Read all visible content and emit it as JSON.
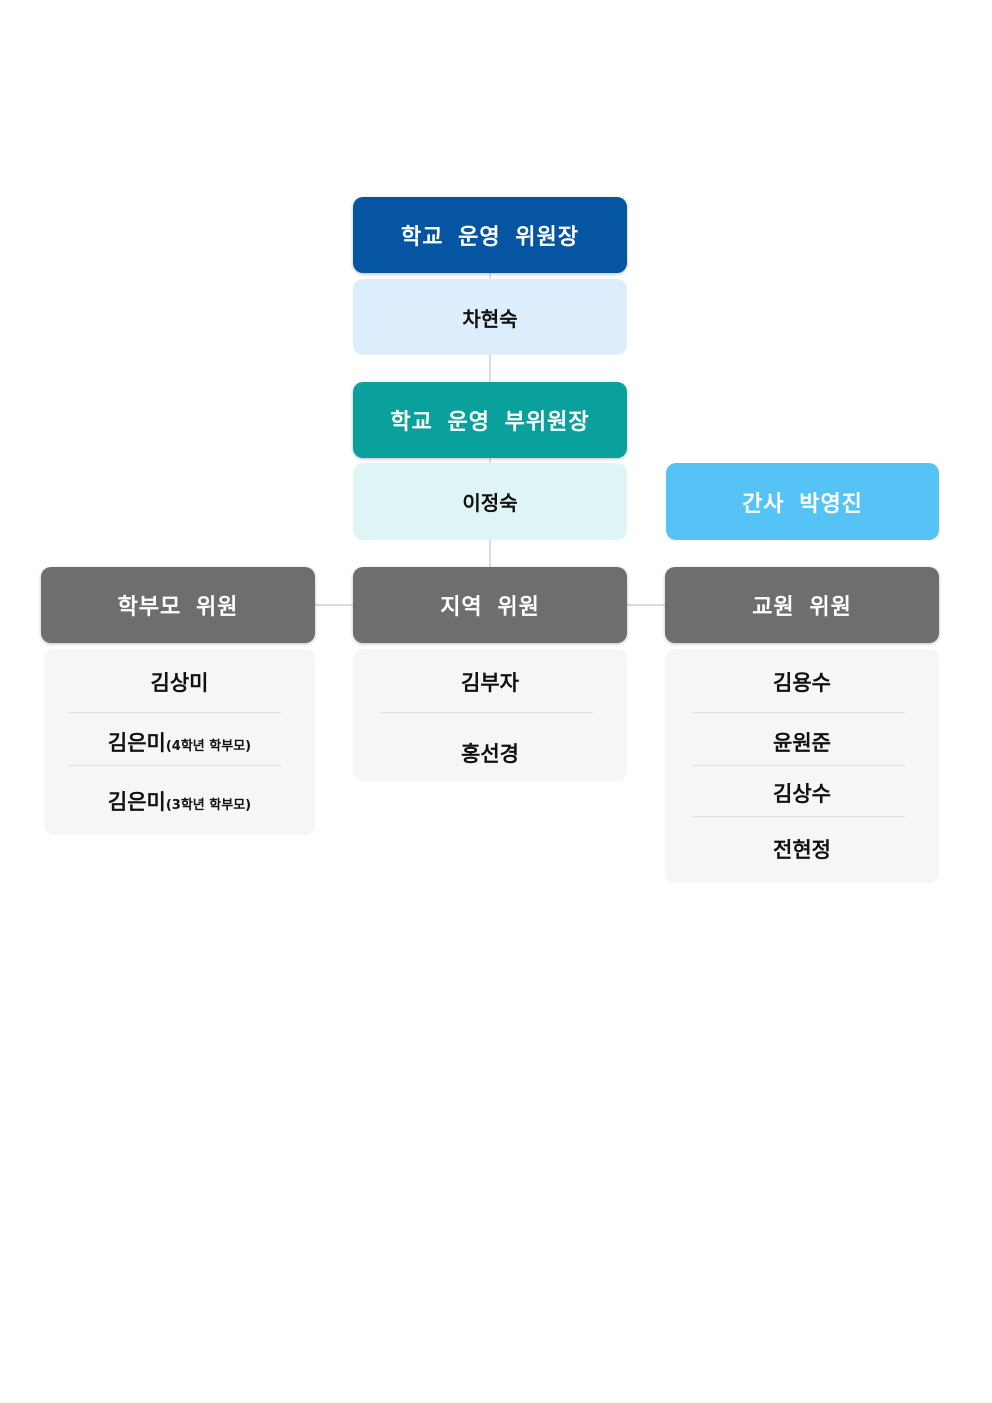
{
  "chart": {
    "chair": {
      "title": "학교 운영 위원장",
      "name": "차현숙",
      "color": "#0555a3",
      "name_bg": "#dcedfb"
    },
    "vice_chair": {
      "title": "학교 운영 부위원장",
      "name": "이정숙",
      "color": "#0aa19d",
      "name_bg": "#dff4f5"
    },
    "secretary": {
      "label": "간사 박영진",
      "color": "#55c3f5"
    },
    "groups": [
      {
        "title": "학부모 위원",
        "members": [
          {
            "name": "김상미",
            "note": ""
          },
          {
            "name": "김은미",
            "note": "(4학년 학부모)"
          },
          {
            "name": "김은미",
            "note": "(3학년 학부모)"
          }
        ]
      },
      {
        "title": "지역 위원",
        "members": [
          {
            "name": "김부자",
            "note": ""
          },
          {
            "name": "홍선경",
            "note": ""
          }
        ]
      },
      {
        "title": "교원 위원",
        "members": [
          {
            "name": "김용수",
            "note": ""
          },
          {
            "name": "윤원준",
            "note": ""
          },
          {
            "name": "김상수",
            "note": ""
          },
          {
            "name": "전현정",
            "note": ""
          }
        ]
      }
    ],
    "group_header_color": "#6e6e6e",
    "panel_bg": "#f6f6f6"
  }
}
